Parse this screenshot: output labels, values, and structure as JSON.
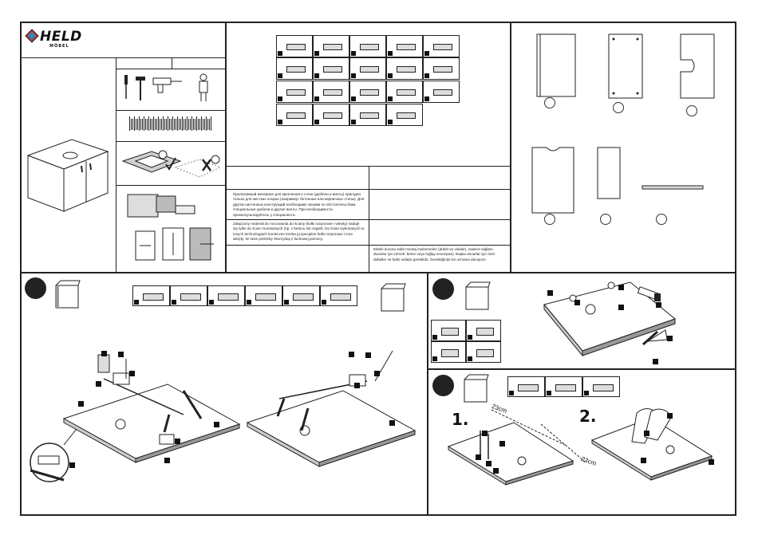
{
  "brand": {
    "name": "HELD",
    "subtitle": "MÖBEL"
  },
  "warnings": {
    "ru": "Прилагаемый материал для крепления к стене (дюбели и винты) пригоден только для жестких опорах (например: бетонные или кирпичные стены). Для других настенных конструкций необходимо своими по обстоятельствам специальные дюбели и другие винты. При необходимости проконсультируйтесь у специалиста.",
    "pl": "Załączony materiał do mocowania do ściany (kołki rozporowe i wkręty) nadaje się tylko do ścian murowanych (np. z betonu lub cegieł). Do ścian wykonanych w innych technologiach konieczne trzeba ją specjalne kołki rozporowe i inne wkręty. W razie potrzeby skorzystaj z fachowej pomocy.",
    "tr": "Ekteki duvara sabit montaj malzemeleri (dübel ve vidalar), sadece sağlam duvarlar için (örnek: beton veya tuğlay envanpatı). Başka duvarlar için özel dübeller ve farklı vidalar gereklidir. Gerektiğinde bir uzmana danışınız."
  },
  "assembly": {
    "step_2b_label": "1.",
    "step_2c_label": "2.",
    "measure_a": "23cm",
    "measure_b": "23cm"
  },
  "icons": {
    "smile": "smile-icon",
    "frown": "frown-icon",
    "check": "check-icon",
    "cross": "cross-icon",
    "screwdriver": "screwdriver-icon",
    "hammer": "hammer-icon",
    "drill": "drill-icon",
    "person": "person-icon"
  },
  "colors": {
    "ink": "#222222",
    "wood": "#ffffff"
  }
}
